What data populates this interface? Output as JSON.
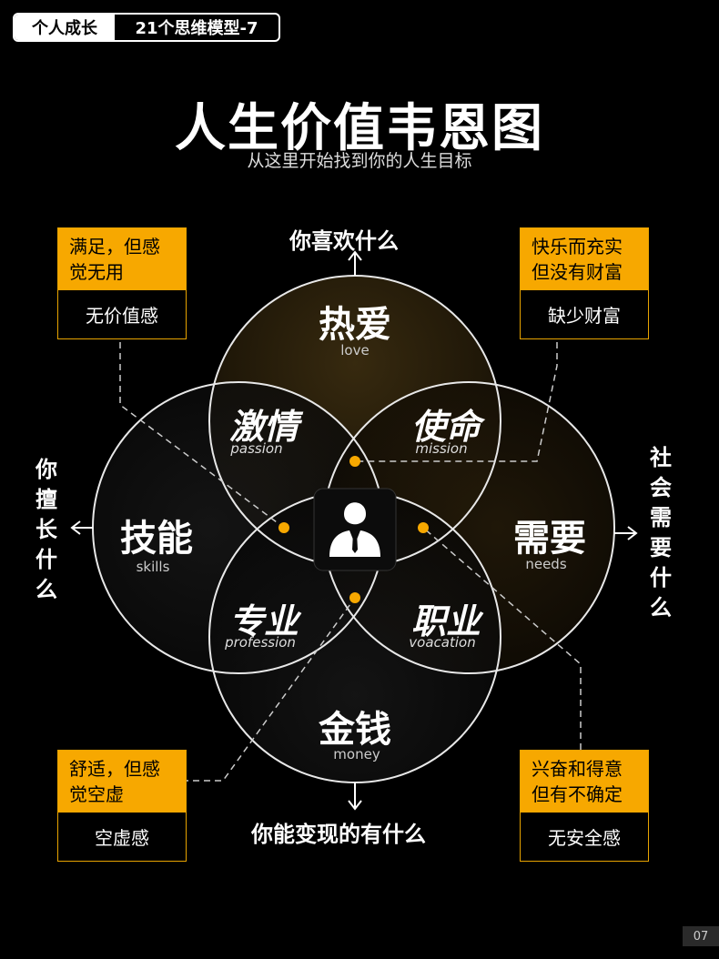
{
  "header": {
    "category": "个人成长",
    "series": "21个思维模型-7"
  },
  "title": "人生价值韦恩图",
  "subtitle": "从这里开始找到你的人生目标",
  "directions": {
    "top": "你喜欢什么",
    "bottom": "你能变现的有什么",
    "left": "你擅长什么",
    "right": "社会需要什么"
  },
  "circles": [
    {
      "cn": "热爱",
      "en": "love"
    },
    {
      "cn": "技能",
      "en": "skills"
    },
    {
      "cn": "需要",
      "en": "needs"
    },
    {
      "cn": "金钱",
      "en": "money"
    }
  ],
  "overlaps": [
    {
      "cn": "激情",
      "en": "passion"
    },
    {
      "cn": "使命",
      "en": "mission"
    },
    {
      "cn": "专业",
      "en": "profession"
    },
    {
      "cn": "职业",
      "en": "voacation"
    }
  ],
  "boxes": [
    {
      "top": [
        "满足，但感",
        "觉无用"
      ],
      "bottom": "无价值感"
    },
    {
      "top": [
        "快乐而充实",
        "但没有财富"
      ],
      "bottom": "缺少财富"
    },
    {
      "top": [
        "舒适，但感",
        "觉空虚"
      ],
      "bottom": "空虚感"
    },
    {
      "top": [
        "兴奋和得意",
        "但有不确定"
      ],
      "bottom": "无安全感"
    }
  ],
  "center_icon": "person-in-suit-icon",
  "accent_color": "#f7a800",
  "page_number": "07"
}
